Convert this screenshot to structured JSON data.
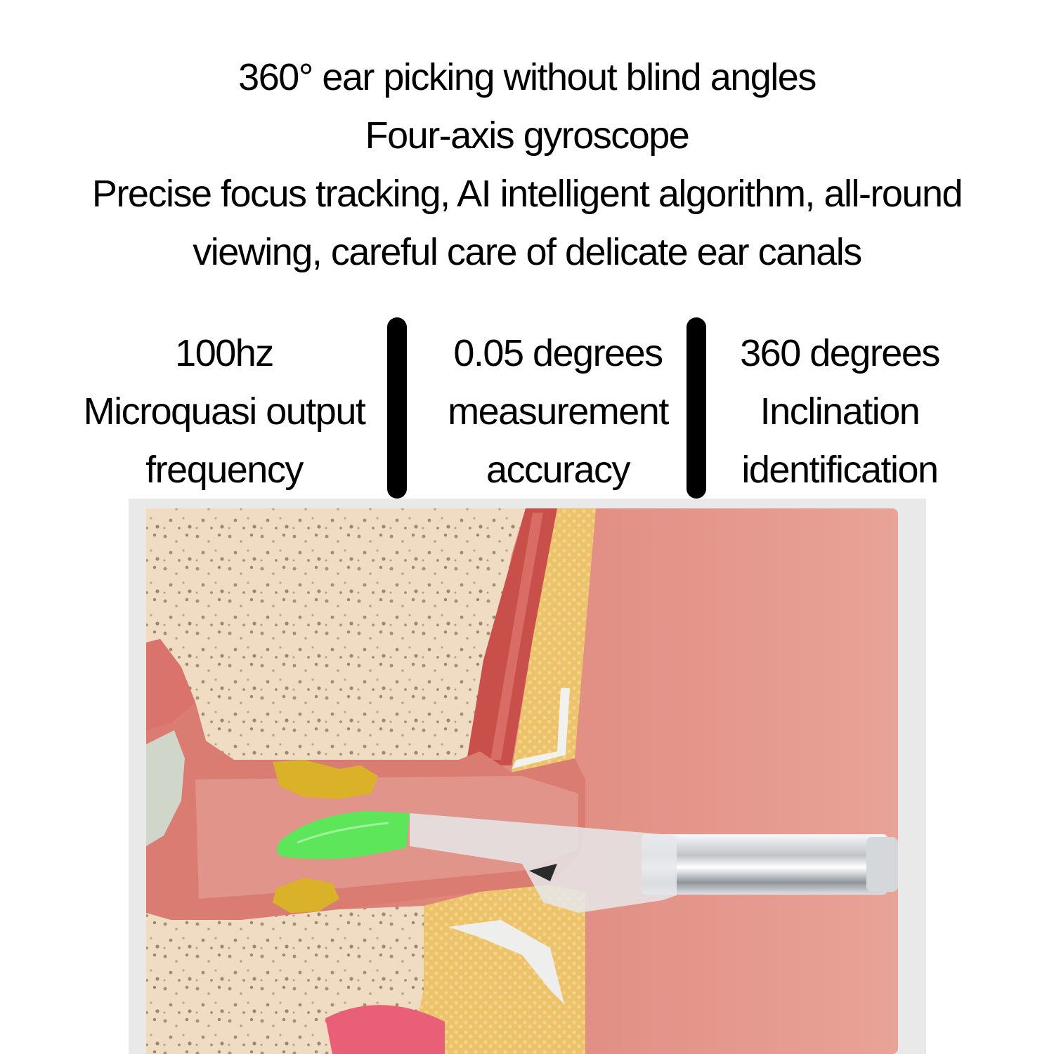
{
  "headline": {
    "line1": "360° ear picking without blind angles",
    "line2": "Four-axis gyroscope",
    "line3": "Precise focus tracking, AI intelligent algorithm, all-round",
    "line4": "viewing, careful care of delicate ear canals"
  },
  "features": [
    {
      "value": "100hz",
      "line2": "Microquasi output",
      "line3": "frequency"
    },
    {
      "value": "0.05 degrees",
      "line2": "measurement",
      "line3": "accuracy"
    },
    {
      "value": "360 degrees",
      "line2": "Inclination",
      "line3": "identification"
    }
  ],
  "colors": {
    "background": "#ffffff",
    "text": "#000000",
    "bone": "#efdcc2",
    "canal_skin": "#d9756d",
    "ear_tissue": "#e29a8e",
    "wax": "#d9b229",
    "fat": "#ecc36a",
    "muscle": "#c94f4a",
    "probe_tip": "#5de65a",
    "probe_metal": "#c9ccd0"
  }
}
